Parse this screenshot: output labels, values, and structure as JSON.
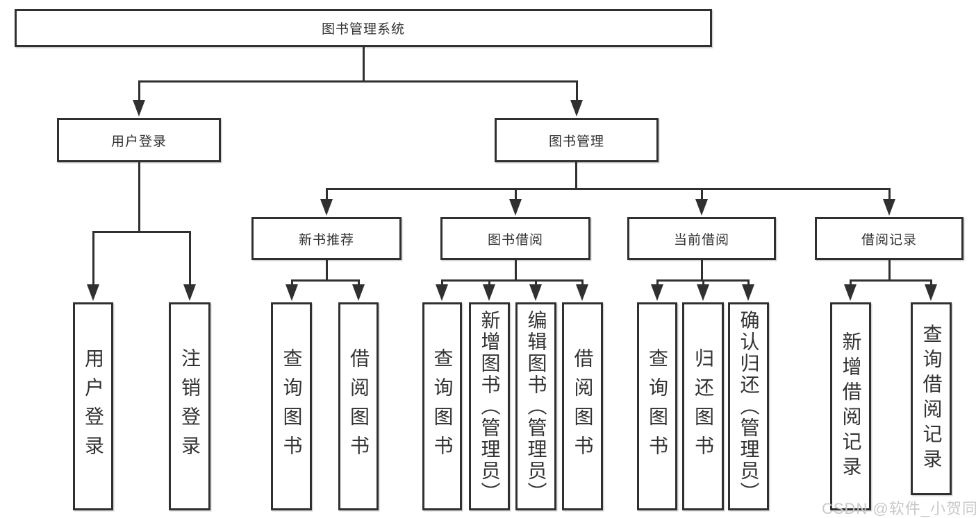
{
  "diagram": {
    "root": {
      "label": "图书管理系统"
    },
    "level1": [
      {
        "label": "用户登录"
      },
      {
        "label": "图书管理"
      }
    ],
    "level2": [
      {
        "label": "新书推荐"
      },
      {
        "label": "图书借阅"
      },
      {
        "label": "当前借阅"
      },
      {
        "label": "借阅记录"
      }
    ],
    "leaves": {
      "user_login": [
        {
          "label": "用户登录"
        },
        {
          "label": "注销登录"
        }
      ],
      "new_books": [
        {
          "label": "查询图书"
        },
        {
          "label": "借阅图书"
        }
      ],
      "book_borrowing": [
        {
          "label": "查询图书"
        },
        {
          "label": "新增图书（管理员）"
        },
        {
          "label": "编辑图书（管理员）"
        },
        {
          "label": "借阅图书"
        }
      ],
      "current_borrowing": [
        {
          "label": "查询图书"
        },
        {
          "label": "归还图书"
        },
        {
          "label": "确认归还（管理员）"
        }
      ],
      "borrowing_records": [
        {
          "label": "新增借阅记录"
        },
        {
          "label": "查询借阅记录"
        }
      ]
    }
  },
  "watermark": {
    "text": "CSDN @软件_小贺同学"
  },
  "colors": {
    "line": "#303030",
    "text": "#333333",
    "background": "#ffffff",
    "watermark": "#c9c9c9"
  }
}
